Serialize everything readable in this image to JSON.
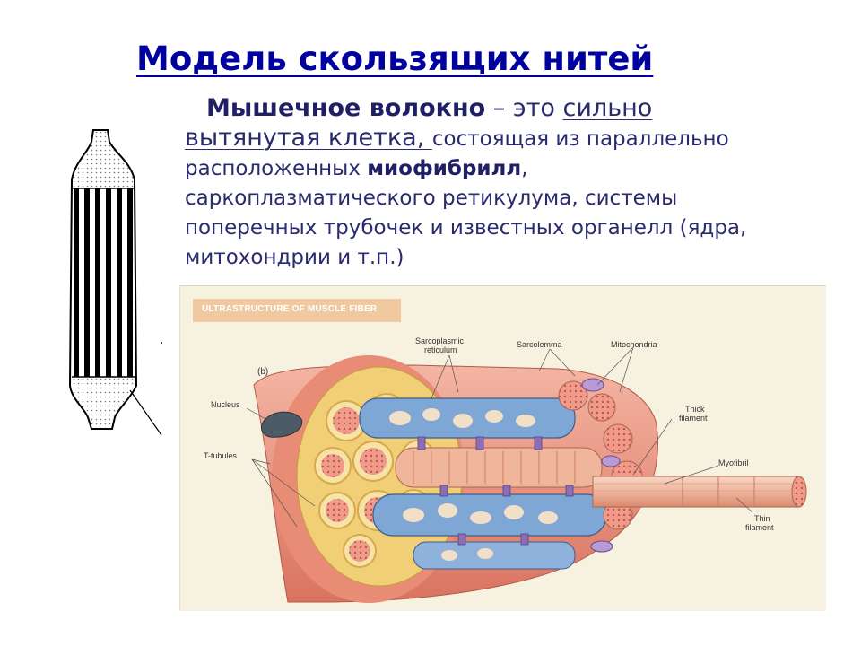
{
  "slide": {
    "title": "Модель скользящих нитей",
    "paragraph": {
      "term": "Мышечное волокно",
      "dash_text": " – это ",
      "underlined_1": "сильно",
      "underlined_2": "вытянутая клетка, ",
      "text_1": "состоящая из параллельно",
      "text_2": "расположенных ",
      "bold_term": "миофибрилл",
      "text_3": ",",
      "line_4": "саркоплазматического ретикулума, системы",
      "line_5": "поперечных трубочек и известных органелл (ядра,",
      "line_6": "митохондрии и т.п.)"
    }
  },
  "figure": {
    "header": "ULTRASTRUCTURE OF MUSCLE FIBER",
    "panel": "(b)",
    "labels": {
      "sarcoplasmic": "Sarcoplasmic",
      "reticulum": "reticulum",
      "sarcolemma": "Sarcolemma",
      "mitochondria": "Mitochondria",
      "nucleus": "Nucleus",
      "thick_1": "Thick",
      "thick_2": "filament",
      "t_tubules": "T-tubules",
      "myofibril": "Myofibril",
      "thin_1": "Thin",
      "thin_2": "filament"
    },
    "colors": {
      "sarcolemma": "#e79a86",
      "reticulum": "#f1d278",
      "myofibril_blue": "#7fa7d6",
      "nucleus": "#4c5b66",
      "header_bg": "#f0c9a0"
    }
  }
}
